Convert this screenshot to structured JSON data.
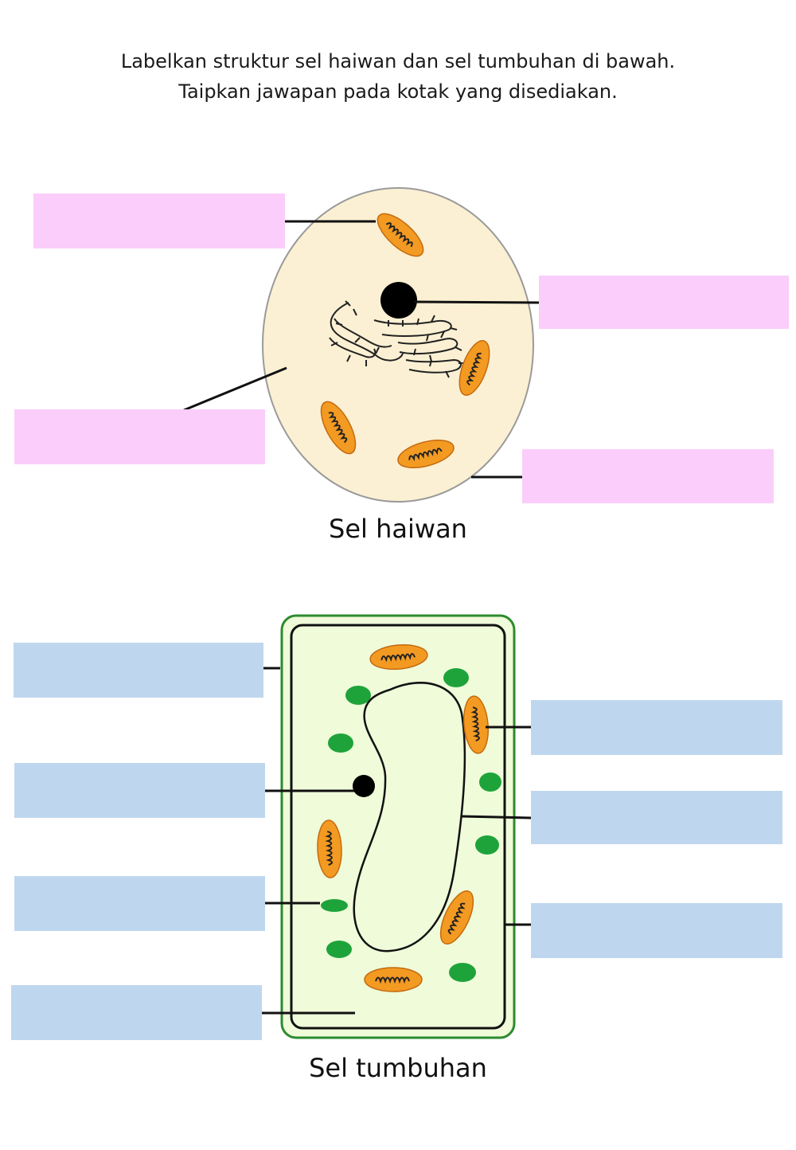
{
  "instructions": {
    "line1": "Labelkan struktur sel haiwan dan sel tumbuhan di bawah.",
    "line2": "Taipkan jawapan pada kotak yang disediakan."
  },
  "animal_cell": {
    "caption": "Sel haiwan",
    "answers": [
      "",
      "",
      "",
      ""
    ]
  },
  "plant_cell": {
    "caption": "Sel tumbuhan",
    "answers": [
      "",
      "",
      "",
      "",
      "",
      "",
      "",
      ""
    ]
  },
  "colors": {
    "animal_box": "#fbcdfa",
    "plant_box": "#bfd7ee",
    "animal_cytoplasm": "#fbf0d3",
    "plant_cytoplasm": "#effbd9",
    "mitochondria": "#f39a22",
    "chloroplast": "#1ea33a",
    "cell_wall": "#2e8b2e"
  }
}
